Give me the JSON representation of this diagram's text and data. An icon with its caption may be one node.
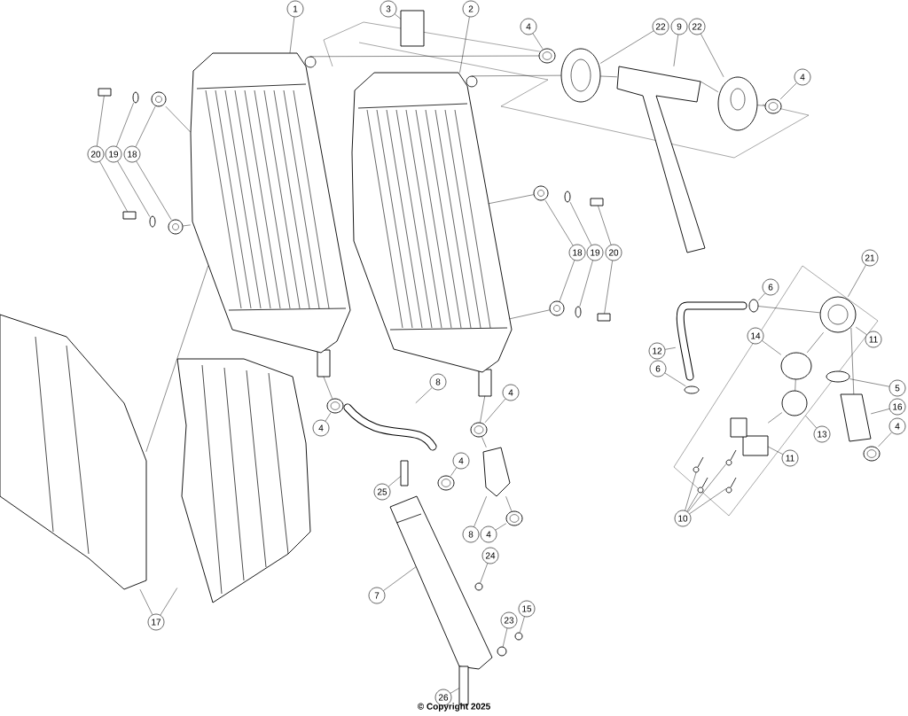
{
  "diagram": {
    "nodes": [
      {
        "text": [
          "1"
        ]
      },
      {
        "text": [
          "3"
        ]
      },
      {
        "text": [
          "2"
        ]
      },
      {
        "text": [
          "4"
        ]
      },
      {
        "text": [
          "22"
        ]
      },
      {
        "text": [
          "9"
        ]
      },
      {
        "text": [
          "22"
        ]
      },
      {
        "text": [
          "4"
        ]
      },
      {
        "text": [
          "20"
        ]
      },
      {
        "text": [
          "19"
        ]
      },
      {
        "text": [
          "18"
        ]
      },
      {
        "text": [
          "18"
        ]
      },
      {
        "text": [
          "19"
        ]
      },
      {
        "text": [
          "20"
        ]
      },
      {
        "text": [
          "6"
        ]
      },
      {
        "text": [
          "21"
        ]
      },
      {
        "text": [
          "12"
        ]
      },
      {
        "text": [
          "14"
        ]
      },
      {
        "text": [
          "11"
        ]
      },
      {
        "text": [
          "6"
        ]
      },
      {
        "text": [
          "5"
        ]
      },
      {
        "text": [
          "13"
        ]
      },
      {
        "text": [
          "16"
        ]
      },
      {
        "text": [
          "11"
        ]
      },
      {
        "text": [
          "4"
        ]
      },
      {
        "text": [
          "4"
        ]
      },
      {
        "text": [
          "4"
        ]
      },
      {
        "text": [
          "8"
        ]
      },
      {
        "text": [
          "4"
        ]
      },
      {
        "text": [
          "25"
        ]
      },
      {
        "text": [
          "8"
        ]
      },
      {
        "text": [
          "4"
        ]
      },
      {
        "text": [
          "24"
        ]
      },
      {
        "text": [
          "7"
        ]
      },
      {
        "text": [
          "15"
        ]
      },
      {
        "text": [
          "23"
        ]
      },
      {
        "text": [
          "17"
        ]
      },
      {
        "text": [
          "10"
        ]
      },
      {
        "text": [
          "26"
        ]
      },
      {
        "text": [],
        "shape": "picture"
      },
      {
        "text": [],
        "shape": "picture"
      },
      {
        "text": [],
        "shape": "box"
      },
      {
        "text": [],
        "shape": "picture"
      },
      {
        "text": [],
        "shape": "picture"
      },
      {
        "text": [],
        "shape": "picture"
      },
      {
        "text": [],
        "shape": "picture"
      },
      {
        "text": [],
        "shape": "picture"
      },
      {
        "text": [],
        "shape": "box"
      },
      {
        "text": [],
        "shape": "box"
      },
      {
        "text": [],
        "shape": "circle"
      },
      {
        "text": [],
        "shape": "circle"
      },
      {
        "text": [],
        "shape": "picture"
      },
      {
        "text": [],
        "shape": "picture"
      },
      {
        "text": [],
        "shape": "picture"
      },
      {
        "text": [],
        "shape": "picture"
      },
      {
        "text": [],
        "shape": "circle"
      },
      {
        "text": [],
        "shape": "circle"
      },
      {
        "text": [],
        "shape": "box"
      },
      {
        "text": [],
        "shape": "box"
      },
      {
        "text": [],
        "shape": "circle"
      },
      {
        "text": [],
        "shape": "picture"
      },
      {
        "text": [],
        "shape": "picture"
      },
      {
        "text": [],
        "shape": "circle"
      },
      {
        "text": [],
        "shape": "circle"
      },
      {
        "text": [],
        "shape": "circle"
      },
      {
        "text": [],
        "shape": "circle"
      },
      {
        "text": [],
        "shape": "picture"
      },
      {
        "text": [],
        "shape": "picture"
      },
      {
        "text": [],
        "shape": "picture"
      },
      {
        "text": [],
        "shape": "picture"
      },
      {
        "text": [],
        "shape": "picture"
      },
      {
        "text": [],
        "shape": "picture"
      },
      {
        "text": [],
        "shape": "picture"
      },
      {
        "text": [],
        "shape": "box"
      },
      {
        "text": [],
        "shape": "picture"
      },
      {
        "text": [],
        "shape": "picture"
      },
      {
        "text": [],
        "shape": "circle"
      },
      {
        "text": [],
        "shape": "picture"
      },
      {
        "text": [],
        "shape": "circle"
      },
      {
        "text": [],
        "shape": "circle"
      },
      {
        "text": [],
        "shape": "picture"
      },
      {
        "text": [],
        "shape": "picture"
      },
      {
        "text": [],
        "shape": "picture"
      },
      {
        "text": [],
        "shape": "picture"
      },
      {
        "text": [],
        "shape": "picture"
      },
      {
        "text": [],
        "shape": "picture"
      },
      {
        "text": [],
        "shape": "box"
      }
    ],
    "edges": [
      {
        "from": 0,
        "to": 39,
        "arrow": "none"
      },
      {
        "from": 1,
        "to": 41,
        "arrow": "none"
      },
      {
        "from": 2,
        "to": 40,
        "arrow": "none"
      },
      {
        "from": 3,
        "to": 42,
        "arrow": "none"
      },
      {
        "from": 4,
        "to": 43,
        "arrow": "none"
      },
      {
        "from": 5,
        "to": 44,
        "arrow": "none"
      },
      {
        "from": 6,
        "to": 45,
        "arrow": "none"
      },
      {
        "from": 7,
        "to": 46,
        "arrow": "none"
      },
      {
        "from": 8,
        "to": 47,
        "arrow": "none"
      },
      {
        "from": 8,
        "to": 48,
        "arrow": "none"
      },
      {
        "from": 9,
        "to": 49,
        "arrow": "none"
      },
      {
        "from": 9,
        "to": 50,
        "arrow": "none"
      },
      {
        "from": 10,
        "to": 51,
        "arrow": "none"
      },
      {
        "from": 10,
        "to": 52,
        "arrow": "none"
      },
      {
        "from": 11,
        "to": 53,
        "arrow": "none"
      },
      {
        "from": 11,
        "to": 54,
        "arrow": "none"
      },
      {
        "from": 12,
        "to": 55,
        "arrow": "none"
      },
      {
        "from": 12,
        "to": 56,
        "arrow": "none"
      },
      {
        "from": 13,
        "to": 57,
        "arrow": "none"
      },
      {
        "from": 13,
        "to": 58,
        "arrow": "none"
      },
      {
        "from": 14,
        "to": 59,
        "arrow": "none"
      },
      {
        "from": 15,
        "to": 60,
        "arrow": "none"
      },
      {
        "from": 16,
        "to": 61,
        "arrow": "none"
      },
      {
        "from": 17,
        "to": 62,
        "arrow": "none"
      },
      {
        "from": 18,
        "to": 60,
        "arrow": "none"
      },
      {
        "from": 19,
        "to": 63,
        "arrow": "none"
      },
      {
        "from": 20,
        "to": 64,
        "arrow": "none"
      },
      {
        "from": 21,
        "to": 65,
        "arrow": "none"
      },
      {
        "from": 22,
        "to": 66,
        "arrow": "none"
      },
      {
        "from": 23,
        "to": 67,
        "arrow": "none"
      },
      {
        "from": 24,
        "to": 68,
        "arrow": "none"
      },
      {
        "from": 25,
        "to": 69,
        "arrow": "none"
      },
      {
        "from": 26,
        "to": 70,
        "arrow": "none"
      },
      {
        "from": 27,
        "to": 71,
        "arrow": "none"
      },
      {
        "from": 28,
        "to": 72,
        "arrow": "none"
      },
      {
        "from": 29,
        "to": 73,
        "arrow": "none"
      },
      {
        "from": 30,
        "to": 74,
        "arrow": "none"
      },
      {
        "from": 31,
        "to": 75,
        "arrow": "none"
      },
      {
        "from": 32,
        "to": 76,
        "arrow": "none"
      },
      {
        "from": 33,
        "to": 77,
        "arrow": "none"
      },
      {
        "from": 34,
        "to": 78,
        "arrow": "none"
      },
      {
        "from": 35,
        "to": 79,
        "arrow": "none"
      },
      {
        "from": 36,
        "to": 80,
        "arrow": "none"
      },
      {
        "from": 36,
        "to": 81,
        "arrow": "none"
      },
      {
        "from": 37,
        "to": 82,
        "arrow": "none"
      },
      {
        "from": 37,
        "to": 83,
        "arrow": "none"
      },
      {
        "from": 37,
        "to": 84,
        "arrow": "none"
      },
      {
        "from": 37,
        "to": 85,
        "arrow": "none"
      },
      {
        "from": 38,
        "to": 86,
        "arrow": "none"
      },
      {
        "from": 39,
        "to": 42,
        "arrow": "none"
      },
      {
        "from": 40,
        "to": 43,
        "arrow": "none"
      },
      {
        "from": 43,
        "to": 44,
        "arrow": "none"
      },
      {
        "from": 44,
        "to": 45,
        "arrow": "none"
      },
      {
        "from": 45,
        "to": 46,
        "arrow": "none"
      },
      {
        "from": 51,
        "to": 39,
        "arrow": "none"
      },
      {
        "from": 52,
        "to": 39,
        "arrow": "none"
      },
      {
        "from": 53,
        "to": 40,
        "arrow": "none"
      },
      {
        "from": 54,
        "to": 40,
        "arrow": "none"
      },
      {
        "from": 39,
        "to": 80,
        "arrow": "none"
      },
      {
        "from": 39,
        "to": 70,
        "arrow": "none"
      },
      {
        "from": 40,
        "to": 69,
        "arrow": "none"
      },
      {
        "from": 69,
        "to": 74,
        "arrow": "none"
      },
      {
        "from": 74,
        "to": 75,
        "arrow": "none"
      },
      {
        "from": 59,
        "to": 60,
        "arrow": "none"
      },
      {
        "from": 60,
        "to": 66,
        "arrow": "none"
      },
      {
        "from": 60,
        "to": 62,
        "arrow": "none"
      },
      {
        "from": 62,
        "to": 65,
        "arrow": "none"
      },
      {
        "from": 65,
        "to": 67,
        "arrow": "none"
      }
    ],
    "labels": [
      "© Copyright 2025"
    ]
  }
}
